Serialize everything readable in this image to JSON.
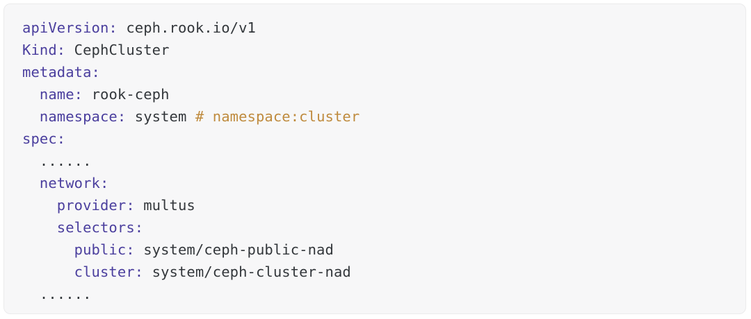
{
  "card": {
    "background_color": "#f7f7f8",
    "border_color": "#ebebec",
    "name": "yaml-code-snippet"
  },
  "syntax_colors": {
    "key": "#4b3f9e",
    "value": "#33373b",
    "comment": "#bf8b3e",
    "ellipsis": "#33373b"
  },
  "code": {
    "language": "yaml",
    "lines": [
      {
        "indent": "",
        "segments": [
          {
            "type": "key",
            "text": "apiVersion:"
          },
          {
            "type": "plain",
            "text": " "
          },
          {
            "type": "value",
            "text": "ceph.rook.io/v1"
          }
        ]
      },
      {
        "indent": "",
        "segments": [
          {
            "type": "key",
            "text": "Kind:"
          },
          {
            "type": "plain",
            "text": " "
          },
          {
            "type": "value",
            "text": "CephCluster"
          }
        ]
      },
      {
        "indent": "",
        "segments": [
          {
            "type": "key",
            "text": "metadata:"
          }
        ]
      },
      {
        "indent": "  ",
        "segments": [
          {
            "type": "key",
            "text": "name:"
          },
          {
            "type": "plain",
            "text": " "
          },
          {
            "type": "value",
            "text": "rook-ceph"
          }
        ]
      },
      {
        "indent": "  ",
        "segments": [
          {
            "type": "key",
            "text": "namespace:"
          },
          {
            "type": "plain",
            "text": " "
          },
          {
            "type": "value",
            "text": "system"
          },
          {
            "type": "plain",
            "text": " "
          },
          {
            "type": "comment",
            "text": "# namespace:cluster"
          }
        ]
      },
      {
        "indent": "",
        "segments": [
          {
            "type": "key",
            "text": "spec:"
          }
        ]
      },
      {
        "indent": "  ",
        "segments": [
          {
            "type": "ellipsis",
            "text": "......"
          }
        ]
      },
      {
        "indent": "  ",
        "segments": [
          {
            "type": "key",
            "text": "network:"
          }
        ]
      },
      {
        "indent": "    ",
        "segments": [
          {
            "type": "key",
            "text": "provider:"
          },
          {
            "type": "plain",
            "text": " "
          },
          {
            "type": "value",
            "text": "multus"
          }
        ]
      },
      {
        "indent": "    ",
        "segments": [
          {
            "type": "key",
            "text": "selectors:"
          }
        ]
      },
      {
        "indent": "      ",
        "segments": [
          {
            "type": "key",
            "text": "public:"
          },
          {
            "type": "plain",
            "text": " "
          },
          {
            "type": "value",
            "text": "system/ceph-public-nad"
          }
        ]
      },
      {
        "indent": "      ",
        "segments": [
          {
            "type": "key",
            "text": "cluster:"
          },
          {
            "type": "plain",
            "text": " "
          },
          {
            "type": "value",
            "text": "system/ceph-cluster-nad"
          }
        ]
      },
      {
        "indent": "  ",
        "segments": [
          {
            "type": "ellipsis",
            "text": "......"
          }
        ]
      }
    ]
  }
}
